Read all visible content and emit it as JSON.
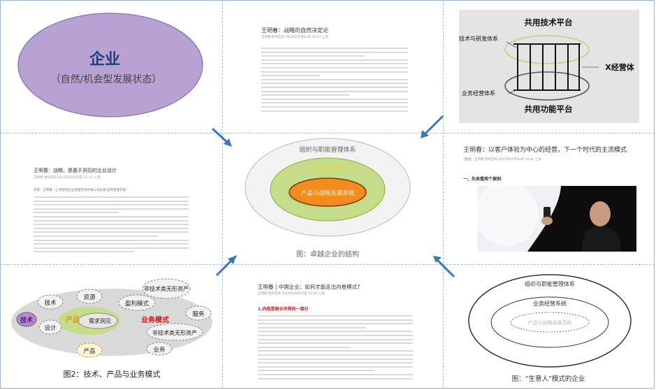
{
  "panel_enterprise": {
    "title": "企业",
    "subtitle": "（自然/机会型发展状态）"
  },
  "panel_article1": {
    "title": "王明春：战略的自然决定论",
    "meta": "王明春  智纯咨询  2024年05月21日 09:13  上海"
  },
  "panel_platform": {
    "top": "共用技术平台",
    "bottom": "共用功能平台",
    "left_top": "技术与研发体系",
    "left_bottom": "业务经营体系",
    "right": "X经营体"
  },
  "panel_article2": {
    "title": "王明春：战略，是基于洞见的企业设计",
    "meta": "王明春  智纯咨询  2024年05月20日 17:10  上海",
    "author": "作者：王明春（上海智纯企业管理咨询有限公司总裁/首席管理专家）"
  },
  "panel_center": {
    "outer": "组织与职能管理体系",
    "middle": "业务经营系统",
    "inner": "产品与战略发展系统",
    "caption": "图：卓越企业的结构"
  },
  "panel_article3": {
    "title": "王明春：以客户体验为中心的经营，下一个时代的主流模式",
    "meta_tag": "原创",
    "meta": "王明春  智纯咨询  2025年01月09日 19:31  上海",
    "section": "一、先来看两个案例"
  },
  "panel_bubbles": {
    "caption": "图2：技术、产品与业务模式",
    "labels": {
      "jishu": "技术",
      "ziyuan": "资源",
      "ying": "盈利模式",
      "feiji": "非技术类无形资产",
      "shebei": "设计",
      "chanpin": "产品",
      "xuqiu": "需求洞见",
      "yewu": "业务模式",
      "fwu": "服务",
      "feiji2": "非技术类无形资产",
      "ye": "业务",
      "cp2": "产品",
      "js2": "技术"
    }
  },
  "panel_article4": {
    "title": "王明春 | 中国企业：如何才能走出内卷模式?",
    "meta": "王明春  智纯咨询  2024年08月05日 13:00  上海",
    "section": "1.内卷是商业世界的一部分"
  },
  "panel_shengyiren": {
    "outer": "组织与职能管理体系",
    "middle": "业务经营系统",
    "inner": "产品与战略发展系统",
    "caption": "图：“生意人”模式的企业"
  },
  "colors": {
    "purple": "#b7a2d3",
    "green": "#c5dc8a",
    "orange": "#f28c1e",
    "arrow": "#3b77b8"
  }
}
